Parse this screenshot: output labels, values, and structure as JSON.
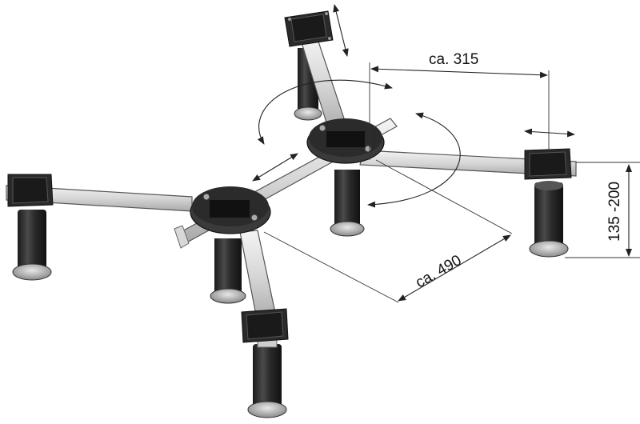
{
  "dimensions": {
    "width_label": "ca. 315",
    "length_label": "ca. 490",
    "height_label": "135 -200"
  }
}
